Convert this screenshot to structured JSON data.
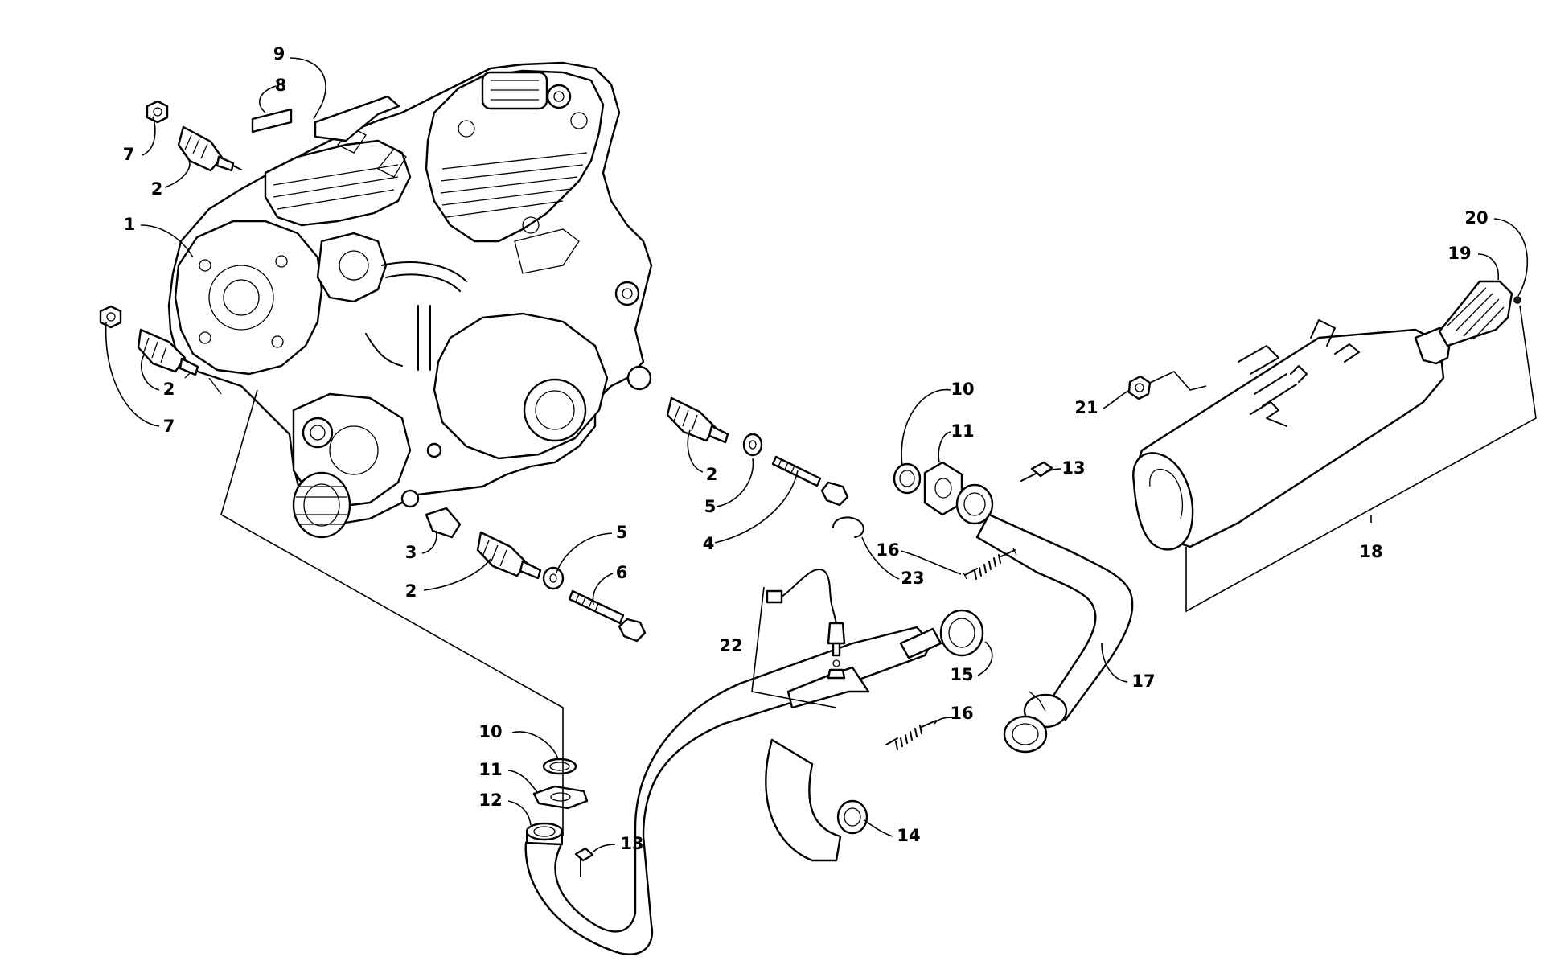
{
  "diagram": {
    "callouts": [
      {
        "id": "c1",
        "label": "1"
      },
      {
        "id": "c2a",
        "label": "2"
      },
      {
        "id": "c2b",
        "label": "2"
      },
      {
        "id": "c2c",
        "label": "2"
      },
      {
        "id": "c2d",
        "label": "2"
      },
      {
        "id": "c3",
        "label": "3"
      },
      {
        "id": "c4",
        "label": "4"
      },
      {
        "id": "c5a",
        "label": "5"
      },
      {
        "id": "c5b",
        "label": "5"
      },
      {
        "id": "c6",
        "label": "6"
      },
      {
        "id": "c7a",
        "label": "7"
      },
      {
        "id": "c7b",
        "label": "7"
      },
      {
        "id": "c8",
        "label": "8"
      },
      {
        "id": "c9",
        "label": "9"
      },
      {
        "id": "c10a",
        "label": "10"
      },
      {
        "id": "c10b",
        "label": "10"
      },
      {
        "id": "c11a",
        "label": "11"
      },
      {
        "id": "c11b",
        "label": "11"
      },
      {
        "id": "c12",
        "label": "12"
      },
      {
        "id": "c13a",
        "label": "13"
      },
      {
        "id": "c13b",
        "label": "13"
      },
      {
        "id": "c14",
        "label": "14"
      },
      {
        "id": "c15",
        "label": "15"
      },
      {
        "id": "c16a",
        "label": "16"
      },
      {
        "id": "c16b",
        "label": "16"
      },
      {
        "id": "c17",
        "label": "17"
      },
      {
        "id": "c18",
        "label": "18"
      },
      {
        "id": "c19",
        "label": "19"
      },
      {
        "id": "c20",
        "label": "20"
      },
      {
        "id": "c21",
        "label": "21"
      },
      {
        "id": "c22",
        "label": "22"
      },
      {
        "id": "c23",
        "label": "23"
      }
    ]
  }
}
